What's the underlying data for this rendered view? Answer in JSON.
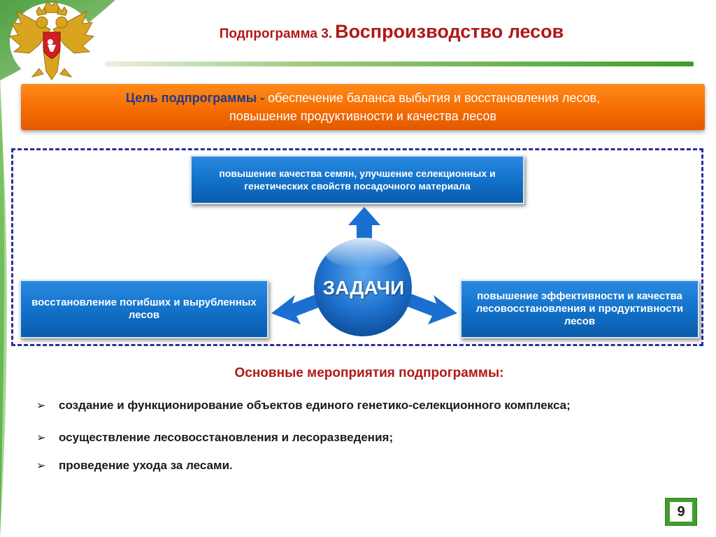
{
  "header": {
    "subprogram_label": "Подпрограмма 3.",
    "title": "Воспроизводство лесов"
  },
  "goal": {
    "lead": "Цель подпрограммы -",
    "text_line1": "обеспечение баланса выбытия и восстановления лесов,",
    "text_line2": "повышение продуктивности и качества лесов"
  },
  "tasks": {
    "center_label": "ЗАДАЧИ",
    "top": "повышение качества семян, улучшение селекционных и генетических свойств посадочного материала",
    "left": "восстановление погибших и вырубленных лесов",
    "right": "повышение эффективности и качества лесовосстановления и продуктивности лесов"
  },
  "measures": {
    "title": "Основные мероприятия подпрограммы:",
    "items": [
      "создание и функционирование объектов единого генетико-селекционного комплекса;",
      "осуществление лесовосстановления и лесоразведения;",
      "проведение ухода за лесами"
    ],
    "last_item_end": "."
  },
  "footer": {
    "page_number": "9"
  },
  "colors": {
    "title_red": "#b01818",
    "goal_orange": "#f46a00",
    "task_blue": "#1170c8",
    "frame_blue": "#2b2f9a",
    "accent_green": "#3e9e2a"
  },
  "icons": {
    "emblem": "russian-coat-of-arms",
    "bullet": "arrowhead-bullet"
  }
}
